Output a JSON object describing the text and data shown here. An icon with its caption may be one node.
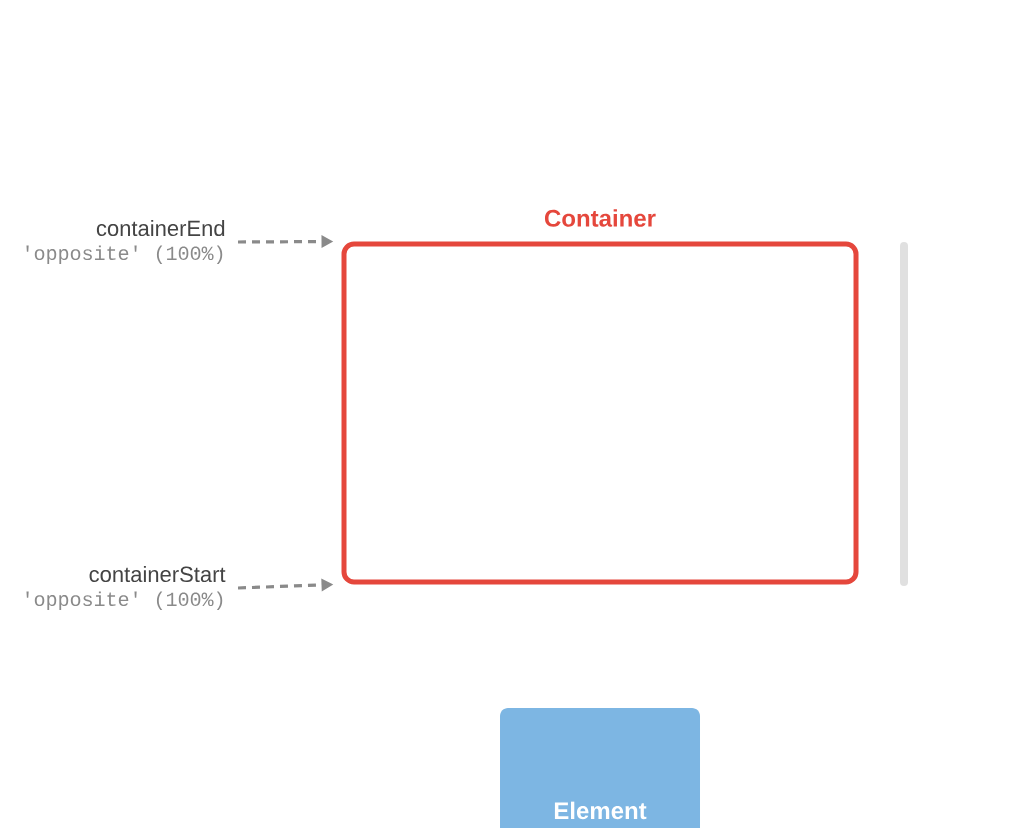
{
  "diagram": {
    "nodes": [
      {
        "text": [
          "Container"
        ]
      },
      {
        "text": [
          "containerEnd",
          "'opposite' (100%)"
        ]
      },
      {
        "text": [
          "containerStart",
          "'opposite' (100%)"
        ]
      },
      {
        "text": [
          "Element"
        ]
      }
    ],
    "edges": [
      {
        "from": 1,
        "to": 0,
        "arrow": "to",
        "style": "dashed"
      },
      {
        "from": 2,
        "to": 0,
        "arrow": "to",
        "style": "dashed"
      }
    ]
  }
}
